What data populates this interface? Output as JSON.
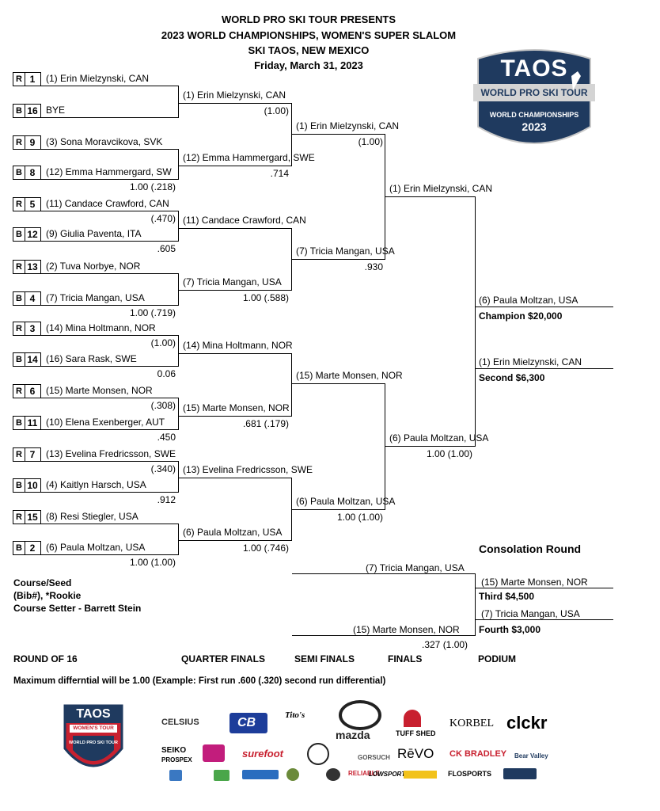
{
  "header": {
    "line1": "WORLD PRO SKI TOUR PRESENTS",
    "line2": "2023 WORLD CHAMPIONSHIPS, WOMEN'S SUPER SLALOM",
    "line3": "SKI TAOS, NEW MEXICO",
    "line4": "Friday, March 31, 2023"
  },
  "logo_top": {
    "brand": "TAOS",
    "tour": "WORLD PRO SKI TOUR",
    "event": "WORLD CHAMPIONSHIPS",
    "year": "2023"
  },
  "r16": [
    {
      "course": "R",
      "bib": "1",
      "name": "(1) Erin Mielzynski, CAN",
      "diff": ""
    },
    {
      "course": "B",
      "bib": "16",
      "name": "BYE",
      "diff": ""
    },
    {
      "course": "R",
      "bib": "9",
      "name": "(3) Sona Moravcikova, SVK",
      "diff": ""
    },
    {
      "course": "B",
      "bib": "8",
      "name": "(12) Emma Hammergard, SW",
      "diff": "1.00 (.218)"
    },
    {
      "course": "R",
      "bib": "5",
      "name": "(11) Candace Crawford, CAN",
      "diff": "(.470)"
    },
    {
      "course": "B",
      "bib": "12",
      "name": "(9) Giulia Paventa, ITA",
      "diff": ".605"
    },
    {
      "course": "R",
      "bib": "13",
      "name": "(2) Tuva Norbye, NOR",
      "diff": ""
    },
    {
      "course": "B",
      "bib": "4",
      "name": "(7) Tricia Mangan, USA",
      "diff": "1.00 (.719)"
    },
    {
      "course": "R",
      "bib": "3",
      "name": "(14) Mina Holtmann, NOR",
      "diff": "(1.00)"
    },
    {
      "course": "B",
      "bib": "14",
      "name": "(16) Sara Rask, SWE",
      "diff": "0.06"
    },
    {
      "course": "R",
      "bib": "6",
      "name": "(15) Marte Monsen, NOR",
      "diff": "(.308)"
    },
    {
      "course": "B",
      "bib": "11",
      "name": "(10) Elena Exenberger, AUT",
      "diff": ".450"
    },
    {
      "course": "R",
      "bib": "7",
      "name": "(13) Evelina Fredricsson, SWE",
      "diff": "(.340)"
    },
    {
      "course": "B",
      "bib": "10",
      "name": "(4) Kaitlyn Harsch, USA",
      "diff": ".912"
    },
    {
      "course": "R",
      "bib": "15",
      "name": "(8) Resi Stiegler, USA",
      "diff": ""
    },
    {
      "course": "B",
      "bib": "2",
      "name": "(6) Paula Moltzan, USA",
      "diff": "1.00 (1.00)"
    }
  ],
  "qf": [
    {
      "name": "(1) Erin Mielzynski, CAN",
      "diff": "(1.00)"
    },
    {
      "name": "(12) Emma Hammergard, SWE",
      "diff": ".714"
    },
    {
      "name": "(11) Candace Crawford, CAN",
      "diff": ""
    },
    {
      "name": "(7) Tricia Mangan, USA",
      "diff": "1.00 (.588)"
    },
    {
      "name": "(14) Mina Holtmann, NOR",
      "diff": ""
    },
    {
      "name": "(15) Marte Monsen, NOR",
      "diff": ".681 (.179)"
    },
    {
      "name": "(13) Evelina Fredricsson, SWE",
      "diff": ""
    },
    {
      "name": "(6) Paula Moltzan, USA",
      "diff": "1.00 (.746)"
    }
  ],
  "sf": [
    {
      "name": "(1) Erin Mielzynski, CAN",
      "diff": "(1.00)"
    },
    {
      "name": "(7) Tricia Mangan, USA",
      "diff": ".930"
    },
    {
      "name": "(15) Marte Monsen, NOR",
      "diff": ""
    },
    {
      "name": "(6) Paula Moltzan, USA",
      "diff": "1.00 (1.00)"
    }
  ],
  "finals": [
    {
      "name": "(1) Erin Mielzynski, CAN",
      "diff": ""
    },
    {
      "name": "(6) Paula Moltzan, USA",
      "diff": "1.00 (1.00)"
    }
  ],
  "podium": {
    "first_name": "(6) Paula Moltzan, USA",
    "first_prize": "Champion $20,000",
    "second_name": "(1) Erin Mielzynski, CAN",
    "second_prize": "Second $6,300",
    "consolation_title": "Consolation Round",
    "cons_a": "(7) Tricia Mangan, USA",
    "cons_b": "(15) Marte Monsen, NOR",
    "cons_diff": ".327 (1.00)",
    "third_name": "(15) Marte Monsen, NOR",
    "third_prize": "Third $4,500",
    "fourth_name": "(7) Tricia Mangan, USA",
    "fourth_prize": "Fourth $3,000"
  },
  "legend": {
    "l1": "Course/Seed",
    "l2": "(Bib#), *Rookie",
    "l3": "Course Setter - Barrett Stein"
  },
  "rounds": {
    "r16": "ROUND OF  16",
    "qf": "QUARTER FINALS",
    "sf": "SEMI FINALS",
    "f": "FINALS",
    "p": "PODIUM"
  },
  "note": "Maximum differntial will be 1.00 (Example: First run .600 (.320) second run differential)",
  "logo_bottom": {
    "brand": "TAOS",
    "sub": "WOMEN'S TOUR",
    "tour": "WORLD PRO SKI TOUR"
  },
  "sponsors": {
    "celsius": "CELSIUS",
    "cb": "CB",
    "titos": "Tito's",
    "mazda": "mazda",
    "tuffshed": "TUFF SHED",
    "korbel": "KORBEL",
    "clckr": "clckr",
    "seiko": "SEIKO",
    "prospex": "PROSPEX",
    "surefoot": "surefoot",
    "gorsuch": "GORSUCH",
    "revo": "RēVO",
    "ckbradley": "CK BRADLEY",
    "bearvalley": "Bear Valley",
    "flosports": "FLOSPORTS",
    "lowsport": "LOWSPORT",
    "reliable": "RELIABLE"
  },
  "colors": {
    "navy": "#1f3a5f",
    "red": "#c8202f",
    "accent": "#e03a3e"
  }
}
